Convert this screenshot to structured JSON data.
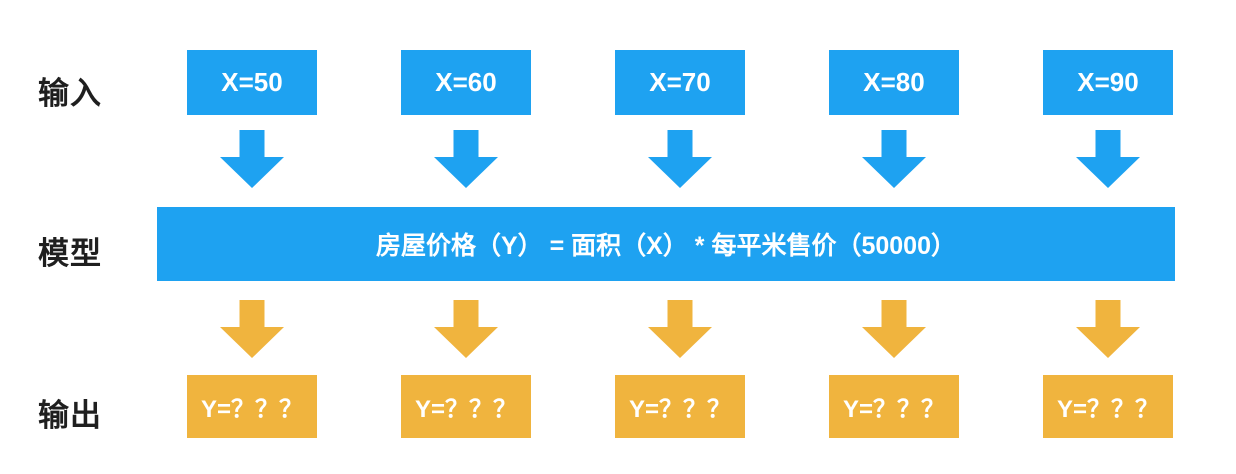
{
  "colors": {
    "blue": "#1EA2F1",
    "orange": "#F0B43E",
    "label_text": "#1F1F1F",
    "box_text": "#FFFFFF"
  },
  "labels": {
    "input": "输入",
    "model": "模型",
    "output": "输出"
  },
  "inputs": [
    "X=50",
    "X=60",
    "X=70",
    "X=80",
    "X=90"
  ],
  "model_formula": "房屋价格（Y） = 面积（X） * 每平米售价（50000）",
  "outputs": [
    "Y=？？？",
    "Y=？？？",
    "Y=？？？",
    "Y=？？？",
    "Y=？？？"
  ],
  "icons": {
    "down_arrow": "down-arrow"
  }
}
